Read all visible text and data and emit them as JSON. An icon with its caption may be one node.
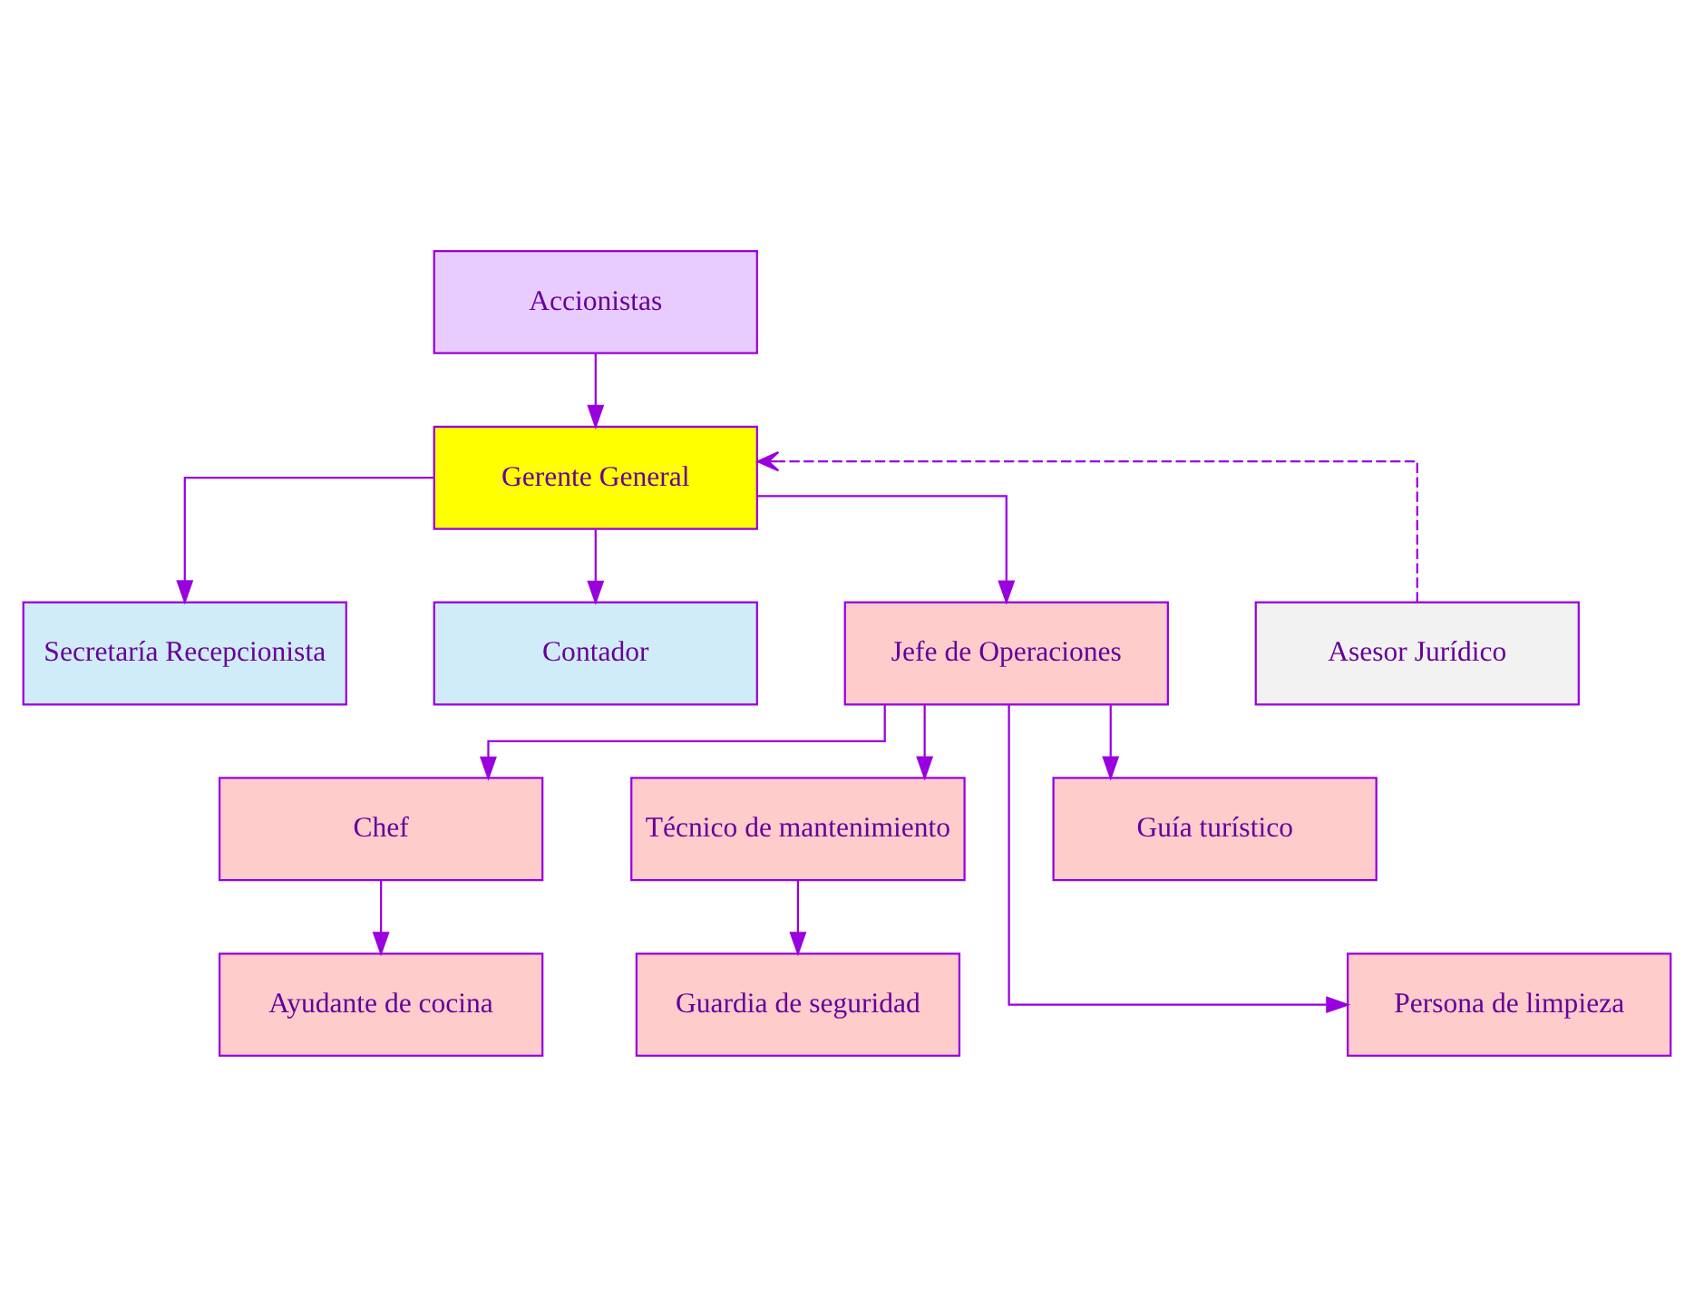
{
  "diagram": {
    "nodes": [
      {
        "text": [
          "Accionistas"
        ]
      },
      {
        "text": [
          "Gerente General"
        ]
      },
      {
        "text": [
          "Secretaría Recepcionista"
        ]
      },
      {
        "text": [
          "Asesor Jurídico"
        ]
      },
      {
        "text": [
          "Contador"
        ]
      },
      {
        "text": [
          "Jefe de Operaciones"
        ]
      },
      {
        "text": [
          "Chef"
        ]
      },
      {
        "text": [
          "Técnico de mantenimiento"
        ]
      },
      {
        "text": [
          "Guía turístico"
        ]
      },
      {
        "text": [
          "Ayudante de cocina"
        ]
      },
      {
        "text": [
          "Guardia de seguridad"
        ]
      },
      {
        "text": [
          "Persona de limpieza"
        ]
      }
    ],
    "edges": [
      {
        "from": 0,
        "to": 1,
        "arrow": "to"
      },
      {
        "from": 1,
        "to": 2,
        "arrow": "to"
      },
      {
        "from": 3,
        "to": 1,
        "arrow": "to",
        "style": "dashed"
      },
      {
        "from": 1,
        "to": 4,
        "arrow": "to"
      },
      {
        "from": 1,
        "to": 5,
        "arrow": "to"
      },
      {
        "from": 5,
        "to": 6,
        "arrow": "to"
      },
      {
        "from": 5,
        "to": 7,
        "arrow": "to"
      },
      {
        "from": 5,
        "to": 11,
        "arrow": "to"
      },
      {
        "from": 5,
        "to": 8,
        "arrow": "to"
      },
      {
        "from": 6,
        "to": 9,
        "arrow": "to"
      },
      {
        "from": 7,
        "to": 10,
        "arrow": "to"
      }
    ]
  }
}
